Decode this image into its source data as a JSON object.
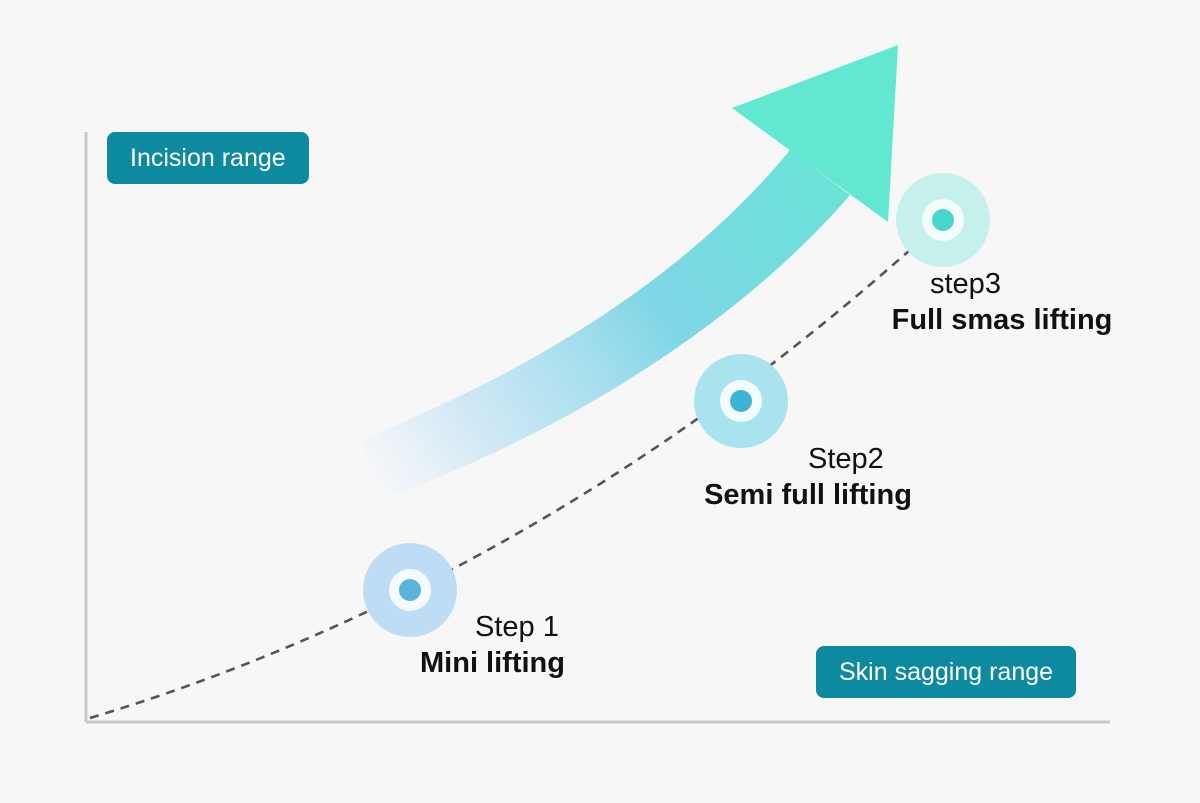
{
  "y_axis_tag": "Incision range",
  "x_axis_tag": "Skin sagging range",
  "steps": [
    {
      "number": "Step 1",
      "name": "Mini lifting"
    },
    {
      "number": "Step2",
      "name": "Semi full lifting"
    },
    {
      "number": "step3",
      "name": "Full smas lifting"
    }
  ],
  "colors": {
    "tag_bg": "#0d8aa0",
    "axis": "#c8c8c8",
    "curve": "#555555",
    "step1_halo": "#bfdcf5",
    "step1_dot": "#5ab3d9",
    "step2_halo": "#a9e3ee",
    "step2_dot": "#3fb3d3",
    "step3_halo": "#c5f0ec",
    "step3_dot": "#47d6cc",
    "arrow_start": "#c9e6f5",
    "arrow_end": "#62e8cf"
  }
}
